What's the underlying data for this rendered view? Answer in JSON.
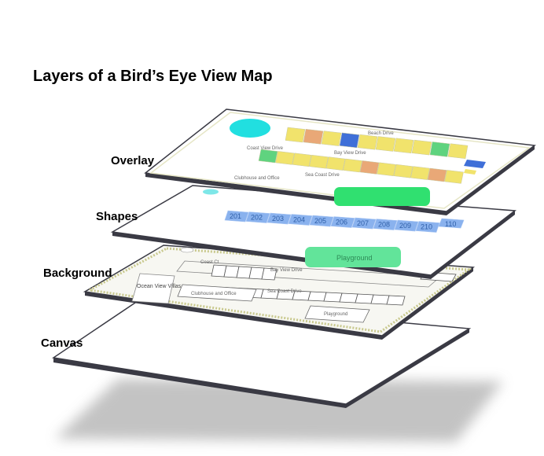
{
  "title": "Layers of a Bird’s Eye View Map",
  "layers": [
    {
      "label": "Overlay"
    },
    {
      "label": "Shapes"
    },
    {
      "label": "Background"
    },
    {
      "label": "Canvas"
    }
  ],
  "overlay_texts": {
    "road_top": "Beach Drive",
    "road_middle": "Bay View Drive",
    "road_lower": "Sea Coast Drive",
    "clubhouse": "Clubhouse and Office",
    "sidebar": "Coast View Drive"
  },
  "shape_units": [
    "201",
    "202",
    "203",
    "204",
    "205",
    "206",
    "207",
    "208",
    "209",
    "210"
  ],
  "shape_extra_unit": "110",
  "playground_label": "Playground",
  "background_texts": {
    "road_middle": "Bay View Drive",
    "road_lower": "Sea Coast Drive",
    "clubhouse": "Clubhouse and Office",
    "playground": "Playground",
    "logo": "Ocean View Villas",
    "corner": "Coast Ct"
  },
  "colors": {
    "overlay_pool": "#21dfe0",
    "yellow_unit": "#f1e36c",
    "orange_unit": "#e9a877",
    "blue_unit": "#3f6fd8",
    "green_unit": "#5fd37f",
    "playground_green": "#30e070",
    "shape_blue": "#8ab2ee",
    "shape_playground": "#62e49a"
  },
  "overlay_row1_colors": [
    "yellow",
    "orange",
    "yellow",
    "blue",
    "yellow",
    "yellow",
    "yellow",
    "yellow",
    "green",
    "yellow"
  ],
  "overlay_row2_colors": [
    "green",
    "yellow",
    "yellow",
    "yellow",
    "yellow",
    "yellow",
    "orange",
    "yellow",
    "yellow",
    "yellow",
    "orange",
    "yellow"
  ]
}
